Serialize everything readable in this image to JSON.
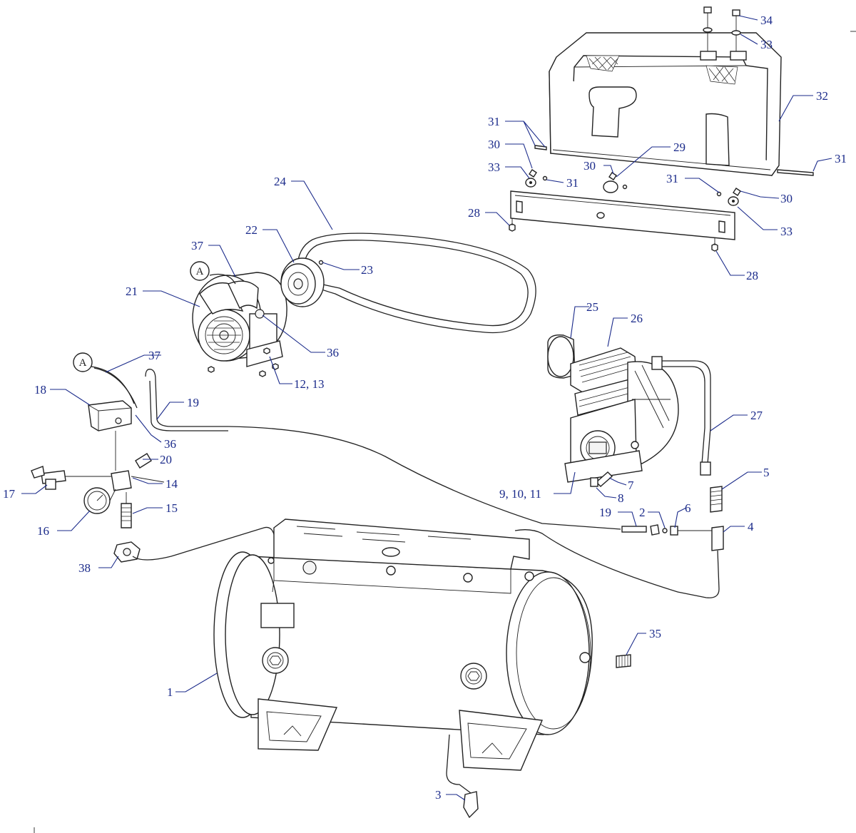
{
  "diagram": {
    "callout_letter": "A",
    "part_labels": {
      "p1": "1",
      "p2": "2",
      "p3": "3",
      "p4": "4",
      "p5": "5",
      "p6": "6",
      "p7": "7",
      "p8": "8",
      "p9_10_11": "9, 10, 11",
      "p12_13": "12, 13",
      "p14": "14",
      "p15": "15",
      "p16": "16",
      "p17": "17",
      "p18": "18",
      "p19a": "19",
      "p19b": "19",
      "p20": "20",
      "p21": "21",
      "p22": "22",
      "p23": "23",
      "p24": "24",
      "p25": "25",
      "p26": "26",
      "p27": "27",
      "p28a": "28",
      "p28b": "28",
      "p29": "29",
      "p30a": "30",
      "p30b": "30",
      "p30c": "30",
      "p31a": "31",
      "p31b": "31",
      "p31c": "31",
      "p31d": "31",
      "p32": "32",
      "p33a": "33",
      "p33b": "33",
      "p33c": "33",
      "p34": "34",
      "p35": "35",
      "p36a": "36",
      "p36b": "36",
      "p37a": "37",
      "p37b": "37",
      "p38": "38"
    }
  }
}
